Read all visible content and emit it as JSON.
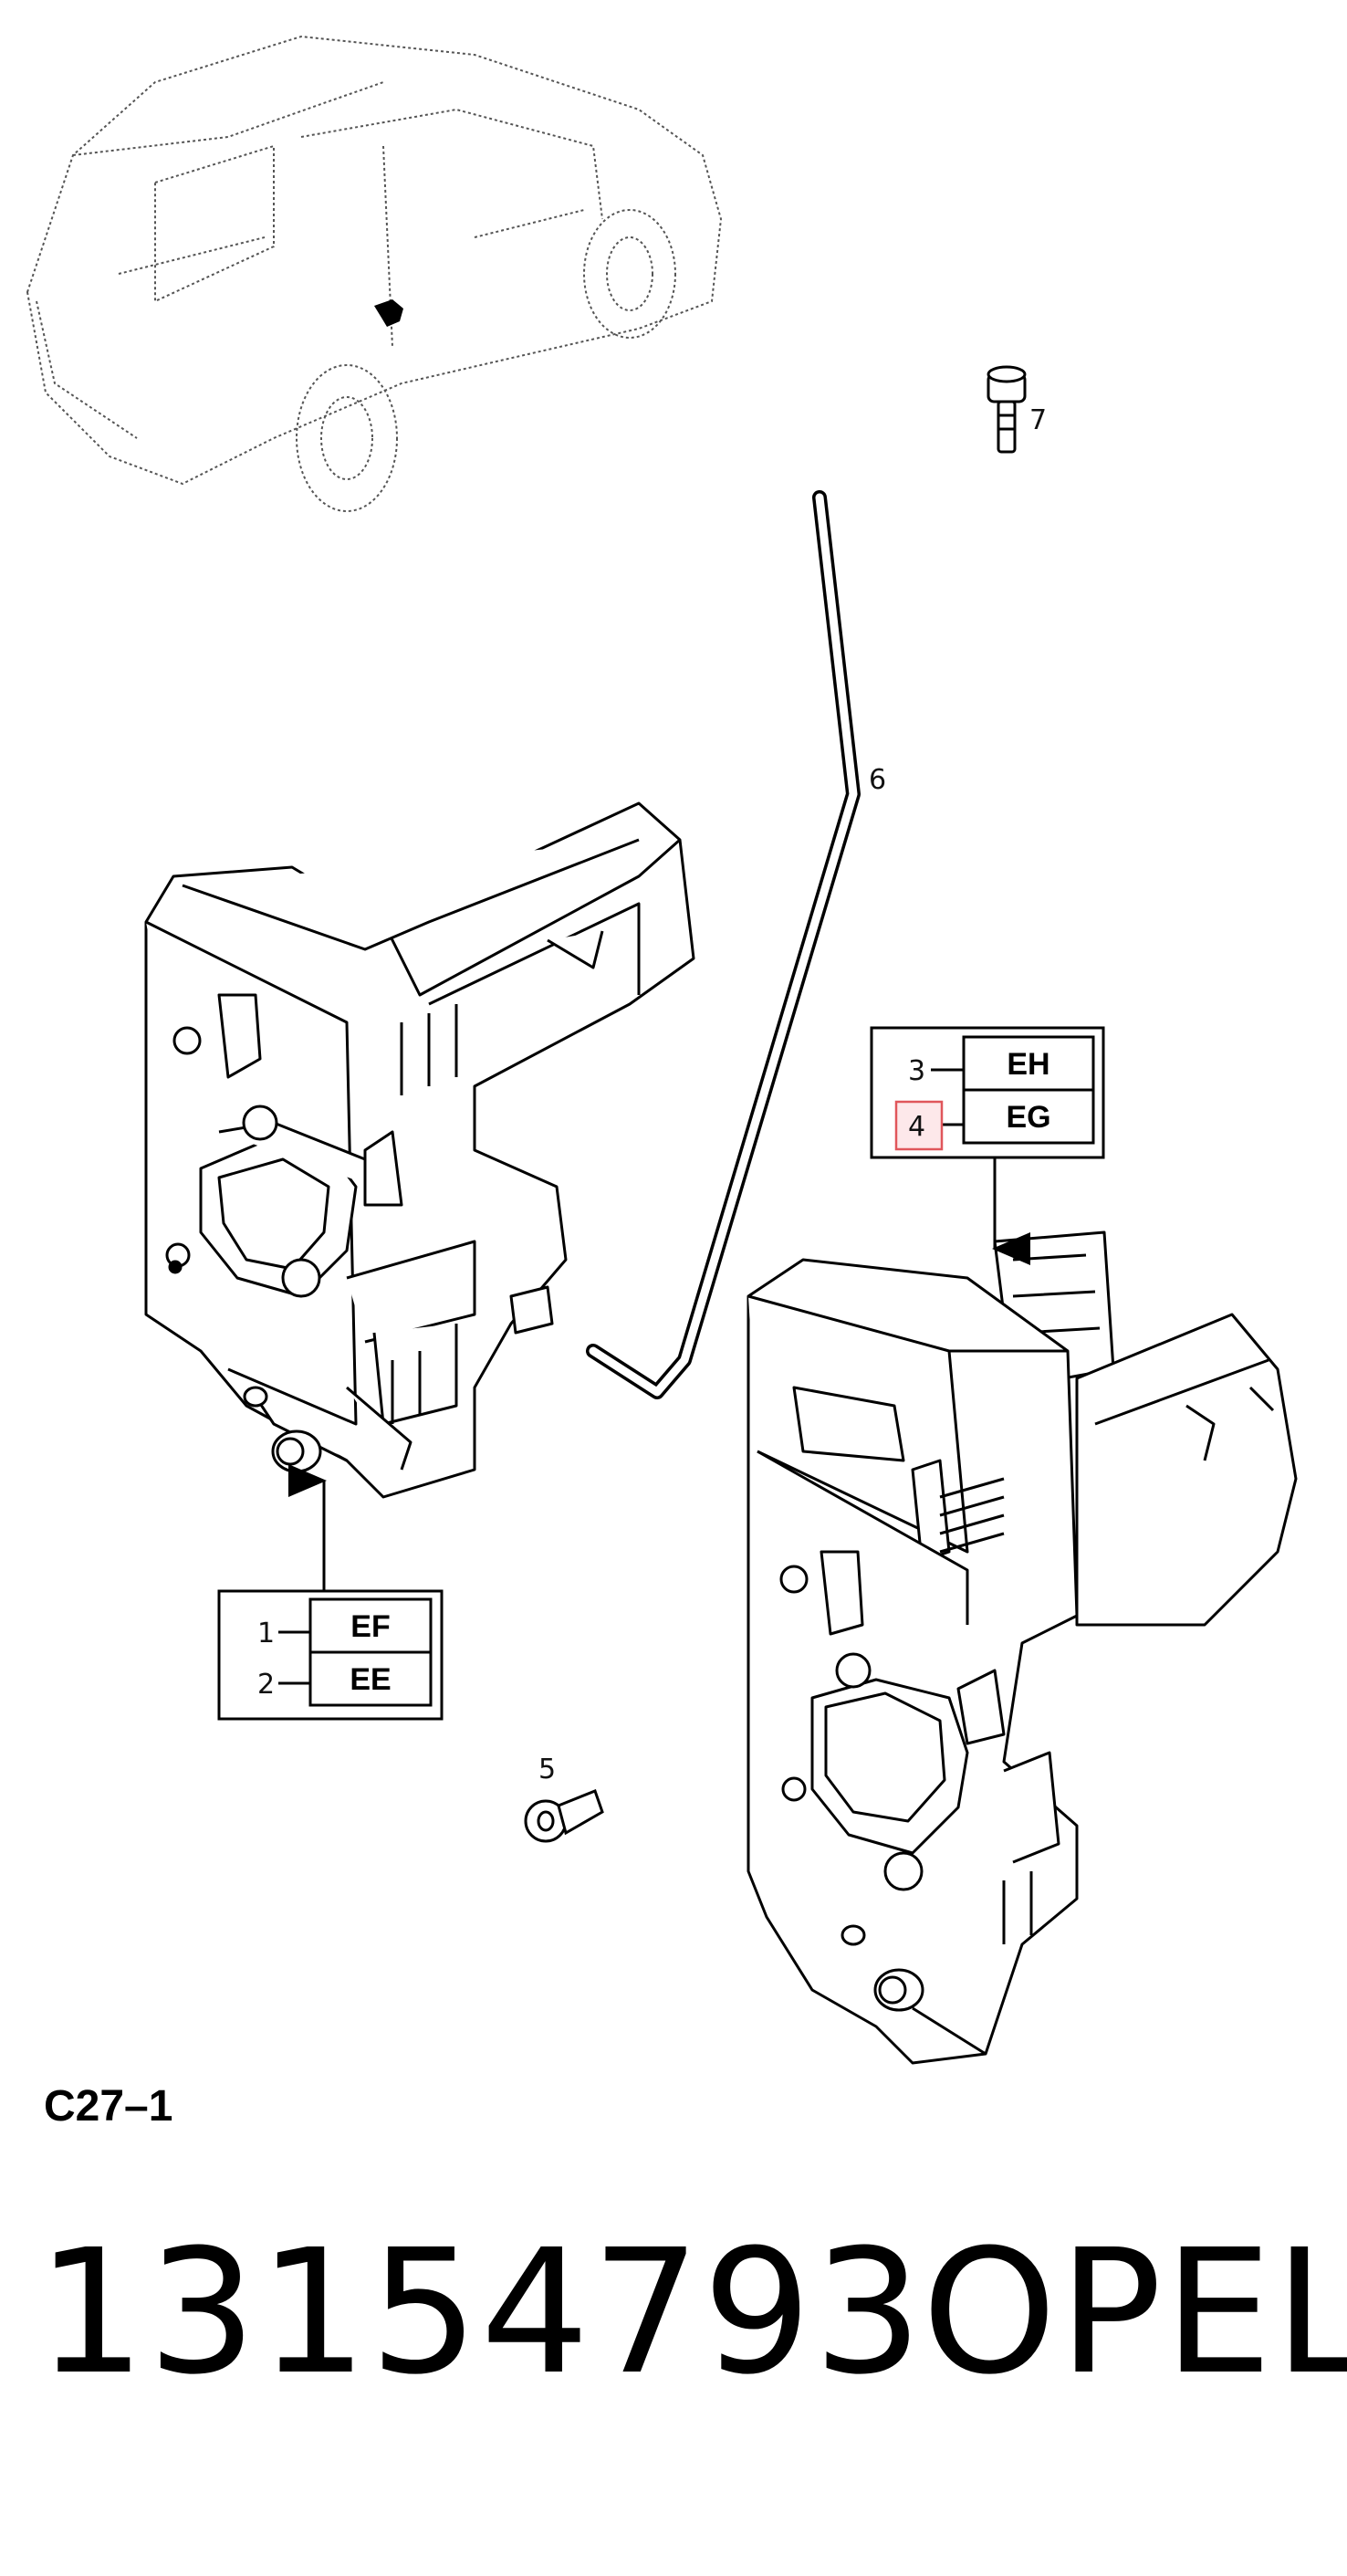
{
  "figure_id": "C27–1",
  "part_number": "13154793",
  "brand": "OPEL",
  "highlight_color": "#e0565b",
  "callouts": {
    "c1": "1",
    "c2": "2",
    "c3": "3",
    "c4": "4",
    "c5": "5",
    "c6": "6",
    "c7": "7"
  },
  "codes": {
    "ef": "EF",
    "ee": "EE",
    "eh": "EH",
    "eg": "EG"
  }
}
